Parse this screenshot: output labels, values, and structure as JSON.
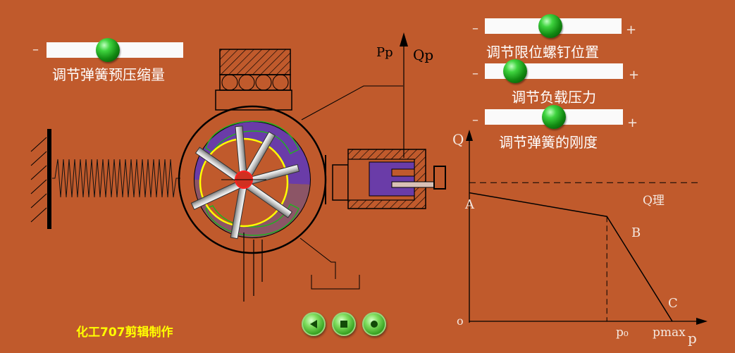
{
  "sliders": {
    "spring_precompression": {
      "label": "调节弹簧预压缩量",
      "minus": "–",
      "plus": "",
      "level": 0.45
    },
    "limit_screw": {
      "label": "调节限位螺钉位置",
      "minus": "–",
      "plus": "+",
      "level": 0.48
    },
    "load_pressure": {
      "label": "调节负载压力",
      "minus": "–",
      "plus": "+",
      "level": 0.22
    },
    "spring_stiffness": {
      "label": "调节弹簧的刚度",
      "minus": "–",
      "plus": "+",
      "level": 0.5
    }
  },
  "diagram": {
    "pp_label": "Pp",
    "qp_label": "Qp"
  },
  "chart_data": {
    "type": "line",
    "xlabel": "p",
    "ylabel": "Q",
    "origin_label": "o",
    "points": [
      {
        "label": "A",
        "x": 0,
        "y": 0.76
      },
      {
        "label": "B",
        "x": 0.61,
        "y": 0.62
      },
      {
        "label": "C",
        "x": 0.9,
        "y": 0
      }
    ],
    "reference_line": {
      "label": "Q理",
      "y": 0.82
    },
    "x_ticks": [
      "p₀",
      "pmax"
    ]
  },
  "credit": "化工707剪辑制作",
  "controls": [
    "back",
    "stop",
    "play"
  ],
  "colors": {
    "background": "#c05a2c",
    "chamber": "#6a3ca8",
    "ring": "#ffff00",
    "green_outline": "#22b022",
    "slider_knob": "#2ac02a"
  }
}
